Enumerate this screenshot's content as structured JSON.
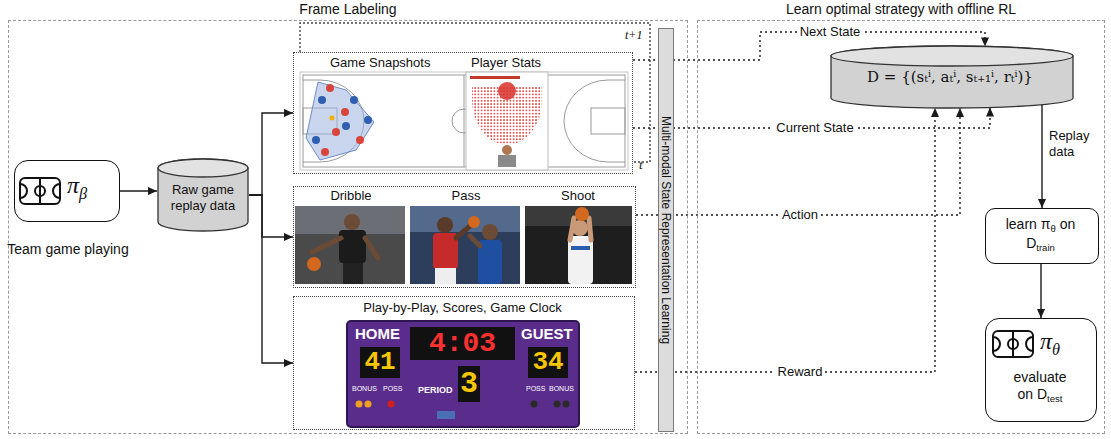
{
  "diagram": {
    "nodes": [
      {
        "text": [
          "Frame Labeling"
        ]
      },
      {
        "text": [
          "π",
          "β",
          "Team game playing"
        ],
        "in": 0
      },
      {
        "text": [
          "Raw game replay data"
        ],
        "in": 0
      },
      {
        "text": [
          "Game Snapshots",
          "Player Stats",
          "t",
          "t+1"
        ],
        "in": 0
      },
      {
        "text": [
          "Dribble",
          "Pass",
          "Shoot"
        ],
        "in": 0
      },
      {
        "text": [
          "Play-by-Play, Scores, Game Clock"
        ],
        "in": 0
      },
      {
        "text": [
          "Multi-modal State Representation Learning"
        ],
        "in": 0
      },
      {
        "text": [
          "Learn optimal strategy with offline RL"
        ]
      },
      {
        "text": [
          "D = {(sₜⁱ, aₜⁱ, sₜ₊₁ⁱ, rₜⁱ)}"
        ],
        "in": 7
      },
      {
        "text": [
          "learn π",
          "θ",
          "on",
          "D",
          "train"
        ],
        "in": 7
      },
      {
        "text": [
          "π",
          "θ",
          "evaluate on D",
          "test"
        ],
        "in": 7
      }
    ],
    "edges": [
      {
        "from": 1,
        "to": 2,
        "arrow": "to"
      },
      {
        "from": 2,
        "to": 3,
        "arrow": "to"
      },
      {
        "from": 2,
        "to": 4,
        "arrow": "to"
      },
      {
        "from": 2,
        "to": 5,
        "arrow": "to"
      },
      {
        "from": 3,
        "to": 8,
        "label": "Next State",
        "arrow": "to"
      },
      {
        "from": 3,
        "to": 8,
        "label": "Current State",
        "arrow": "to"
      },
      {
        "from": 4,
        "to": 8,
        "label": "Action",
        "arrow": "to"
      },
      {
        "from": 5,
        "to": 8,
        "label": "Reward",
        "arrow": "to"
      },
      {
        "from": 8,
        "to": 9,
        "label": "Replay data",
        "arrow": "to"
      },
      {
        "from": 9,
        "to": 10,
        "arrow": "to"
      }
    ],
    "labels": [
      "HOME",
      "41",
      "4:03",
      "GUEST",
      "34",
      "BONUS",
      "POSS",
      "PERIOD",
      "3",
      "POSS",
      "BONUS"
    ]
  }
}
